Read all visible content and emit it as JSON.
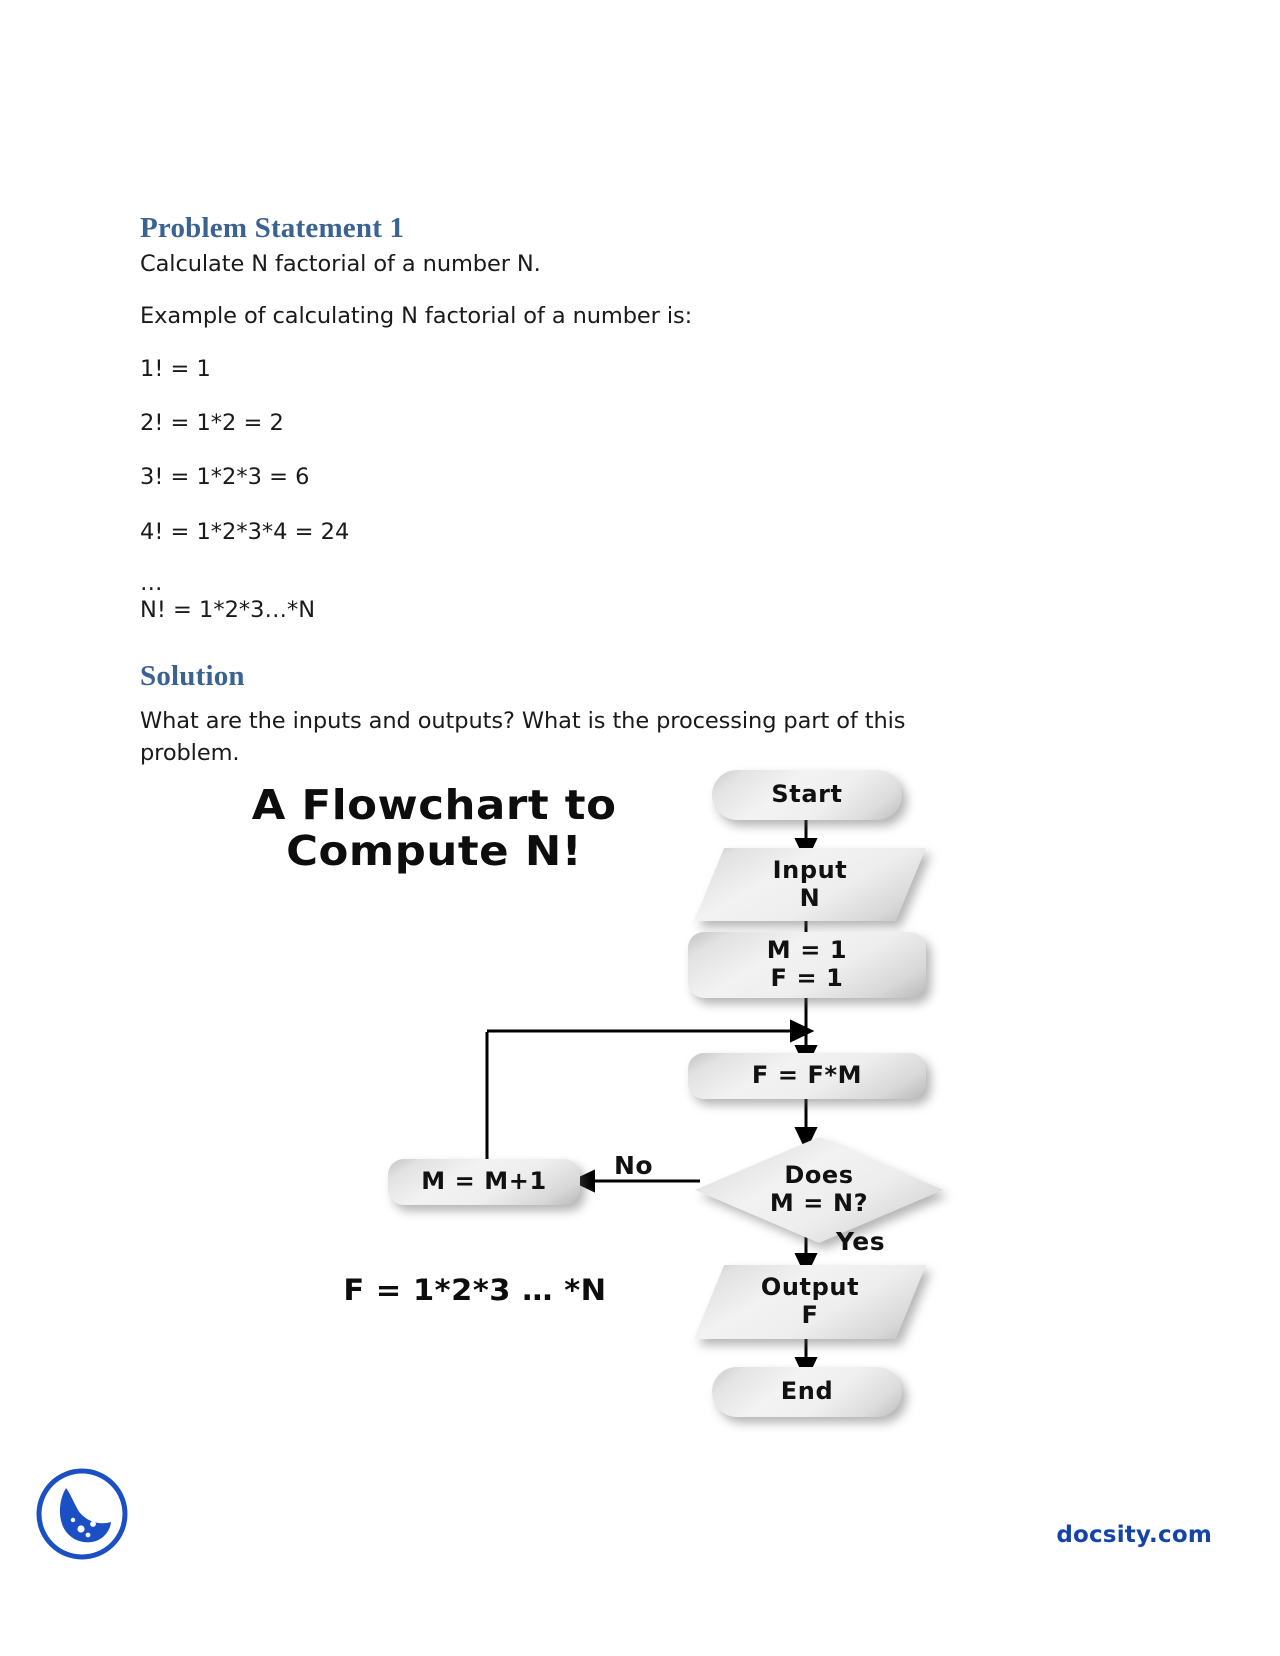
{
  "document": {
    "problem": {
      "heading": "Problem Statement 1",
      "statement": "Calculate N factorial of a number N.",
      "example_intro": "Example of calculating N factorial of a number is:",
      "equations": [
        "1! = 1",
        "2! = 1*2 = 2",
        "3! = 1*2*3 = 6",
        "4! = 1*2*3*4 = 24"
      ],
      "ellipsis": "…",
      "general_equation": "N! = 1*2*3…*N"
    },
    "solution": {
      "heading": "Solution",
      "question_line1": "What are the inputs and outputs? What is the processing part of this",
      "question_line2": "problem."
    }
  },
  "flowchart": {
    "title_line1": "A Flowchart to",
    "title_line2": "Compute N!",
    "note": "F = 1*2*3 … *N",
    "nodes": {
      "start": "Start",
      "input": "Input\nN",
      "input_line1": "Input",
      "input_line2": "N",
      "init_line1": "M = 1",
      "init_line2": "F = 1",
      "multiply": "F = F*M",
      "decision_line1": "Does",
      "decision_line2": "M = N?",
      "increment": "M = M+1",
      "output_line1": "Output",
      "output_line2": "F",
      "end": "End"
    },
    "edge_labels": {
      "no": "No",
      "yes": "Yes"
    }
  },
  "footer": {
    "site": "docsity.com"
  },
  "colors": {
    "heading_blue": "#3a6394",
    "brand_blue": "#1544a8",
    "logo_blue": "#1b4fc4",
    "body_text": "#1a1a1a"
  }
}
